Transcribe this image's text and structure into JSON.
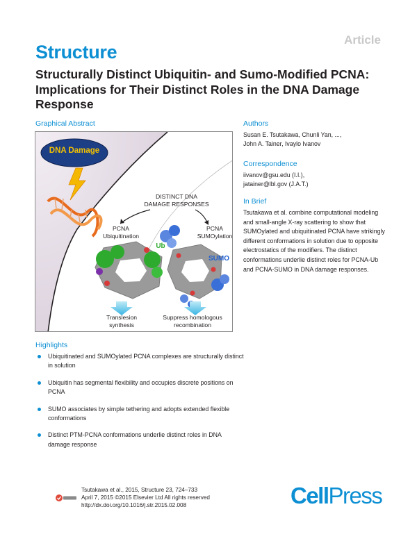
{
  "header": {
    "article_tag": "Article",
    "journal": "Structure",
    "title": "Structurally Distinct Ubiquitin- and Sumo-Modified PCNA: Implications for Their Distinct Roles in the DNA Damage Response"
  },
  "graphical_abstract": {
    "heading": "Graphical Abstract",
    "dna_damage": "DNA Damage",
    "distinct_line1": "DISTINCT DNA",
    "distinct_line2": "DAMAGE RESPONSES",
    "left_line1": "PCNA",
    "left_line2": "Ubiquitination",
    "right_line1": "PCNA",
    "right_line2": "SUMOylation",
    "ub_label": "Ub",
    "sumo_label": "SUMO",
    "outcome_left_line1": "Translesion",
    "outcome_left_line2": "synthesis",
    "outcome_right_line1": "Suppress homologous",
    "outcome_right_line2": "recombination",
    "colors": {
      "ub": "#2eab2e",
      "sumo": "#1f5fd0",
      "arrow": "#49c2e8",
      "oval": "#1d3f86",
      "dna_damage_text": "#f3c200"
    }
  },
  "authors": {
    "heading": "Authors",
    "line1": "Susan E. Tsutakawa, Chunli Yan, ...,",
    "line2": "John A. Tainer, Ivaylo Ivanov"
  },
  "correspondence": {
    "heading": "Correspondence",
    "line1": "iivanov@gsu.edu (I.I.),",
    "line2": "jatainer@lbl.gov (J.A.T.)"
  },
  "in_brief": {
    "heading": "In Brief",
    "text": "Tsutakawa et al. combine computational modeling and small-angle X-ray scattering to show that SUMOylated and ubiquitinated PCNA have strikingly different conformations in solution due to opposite electrostatics of the modifiers. The distinct conformations underlie distinct roles for PCNA-Ub and PCNA-SUMO in DNA damage responses."
  },
  "highlights": {
    "heading": "Highlights",
    "items": [
      "Ubiquitinated and SUMOylated PCNA complexes are structurally distinct in solution",
      "Ubiquitin has segmental flexibility and occupies discrete positions on PCNA",
      "SUMO associates by simple tethering and adopts extended flexible conformations",
      "Distinct PTM-PCNA conformations underlie distinct roles in DNA damage response"
    ]
  },
  "footer": {
    "line1": "Tsutakawa et al., 2015, Structure 23, 724–733",
    "line2": "April 7, 2015 ©2015 Elsevier Ltd All rights reserved",
    "line3": "http://dx.doi.org/10.1016/j.str.2015.02.008",
    "publisher_cell": "Cell",
    "publisher_press": "Press"
  },
  "colors": {
    "accent": "#0d8fd3",
    "article_tag": "#c8c8c8"
  }
}
